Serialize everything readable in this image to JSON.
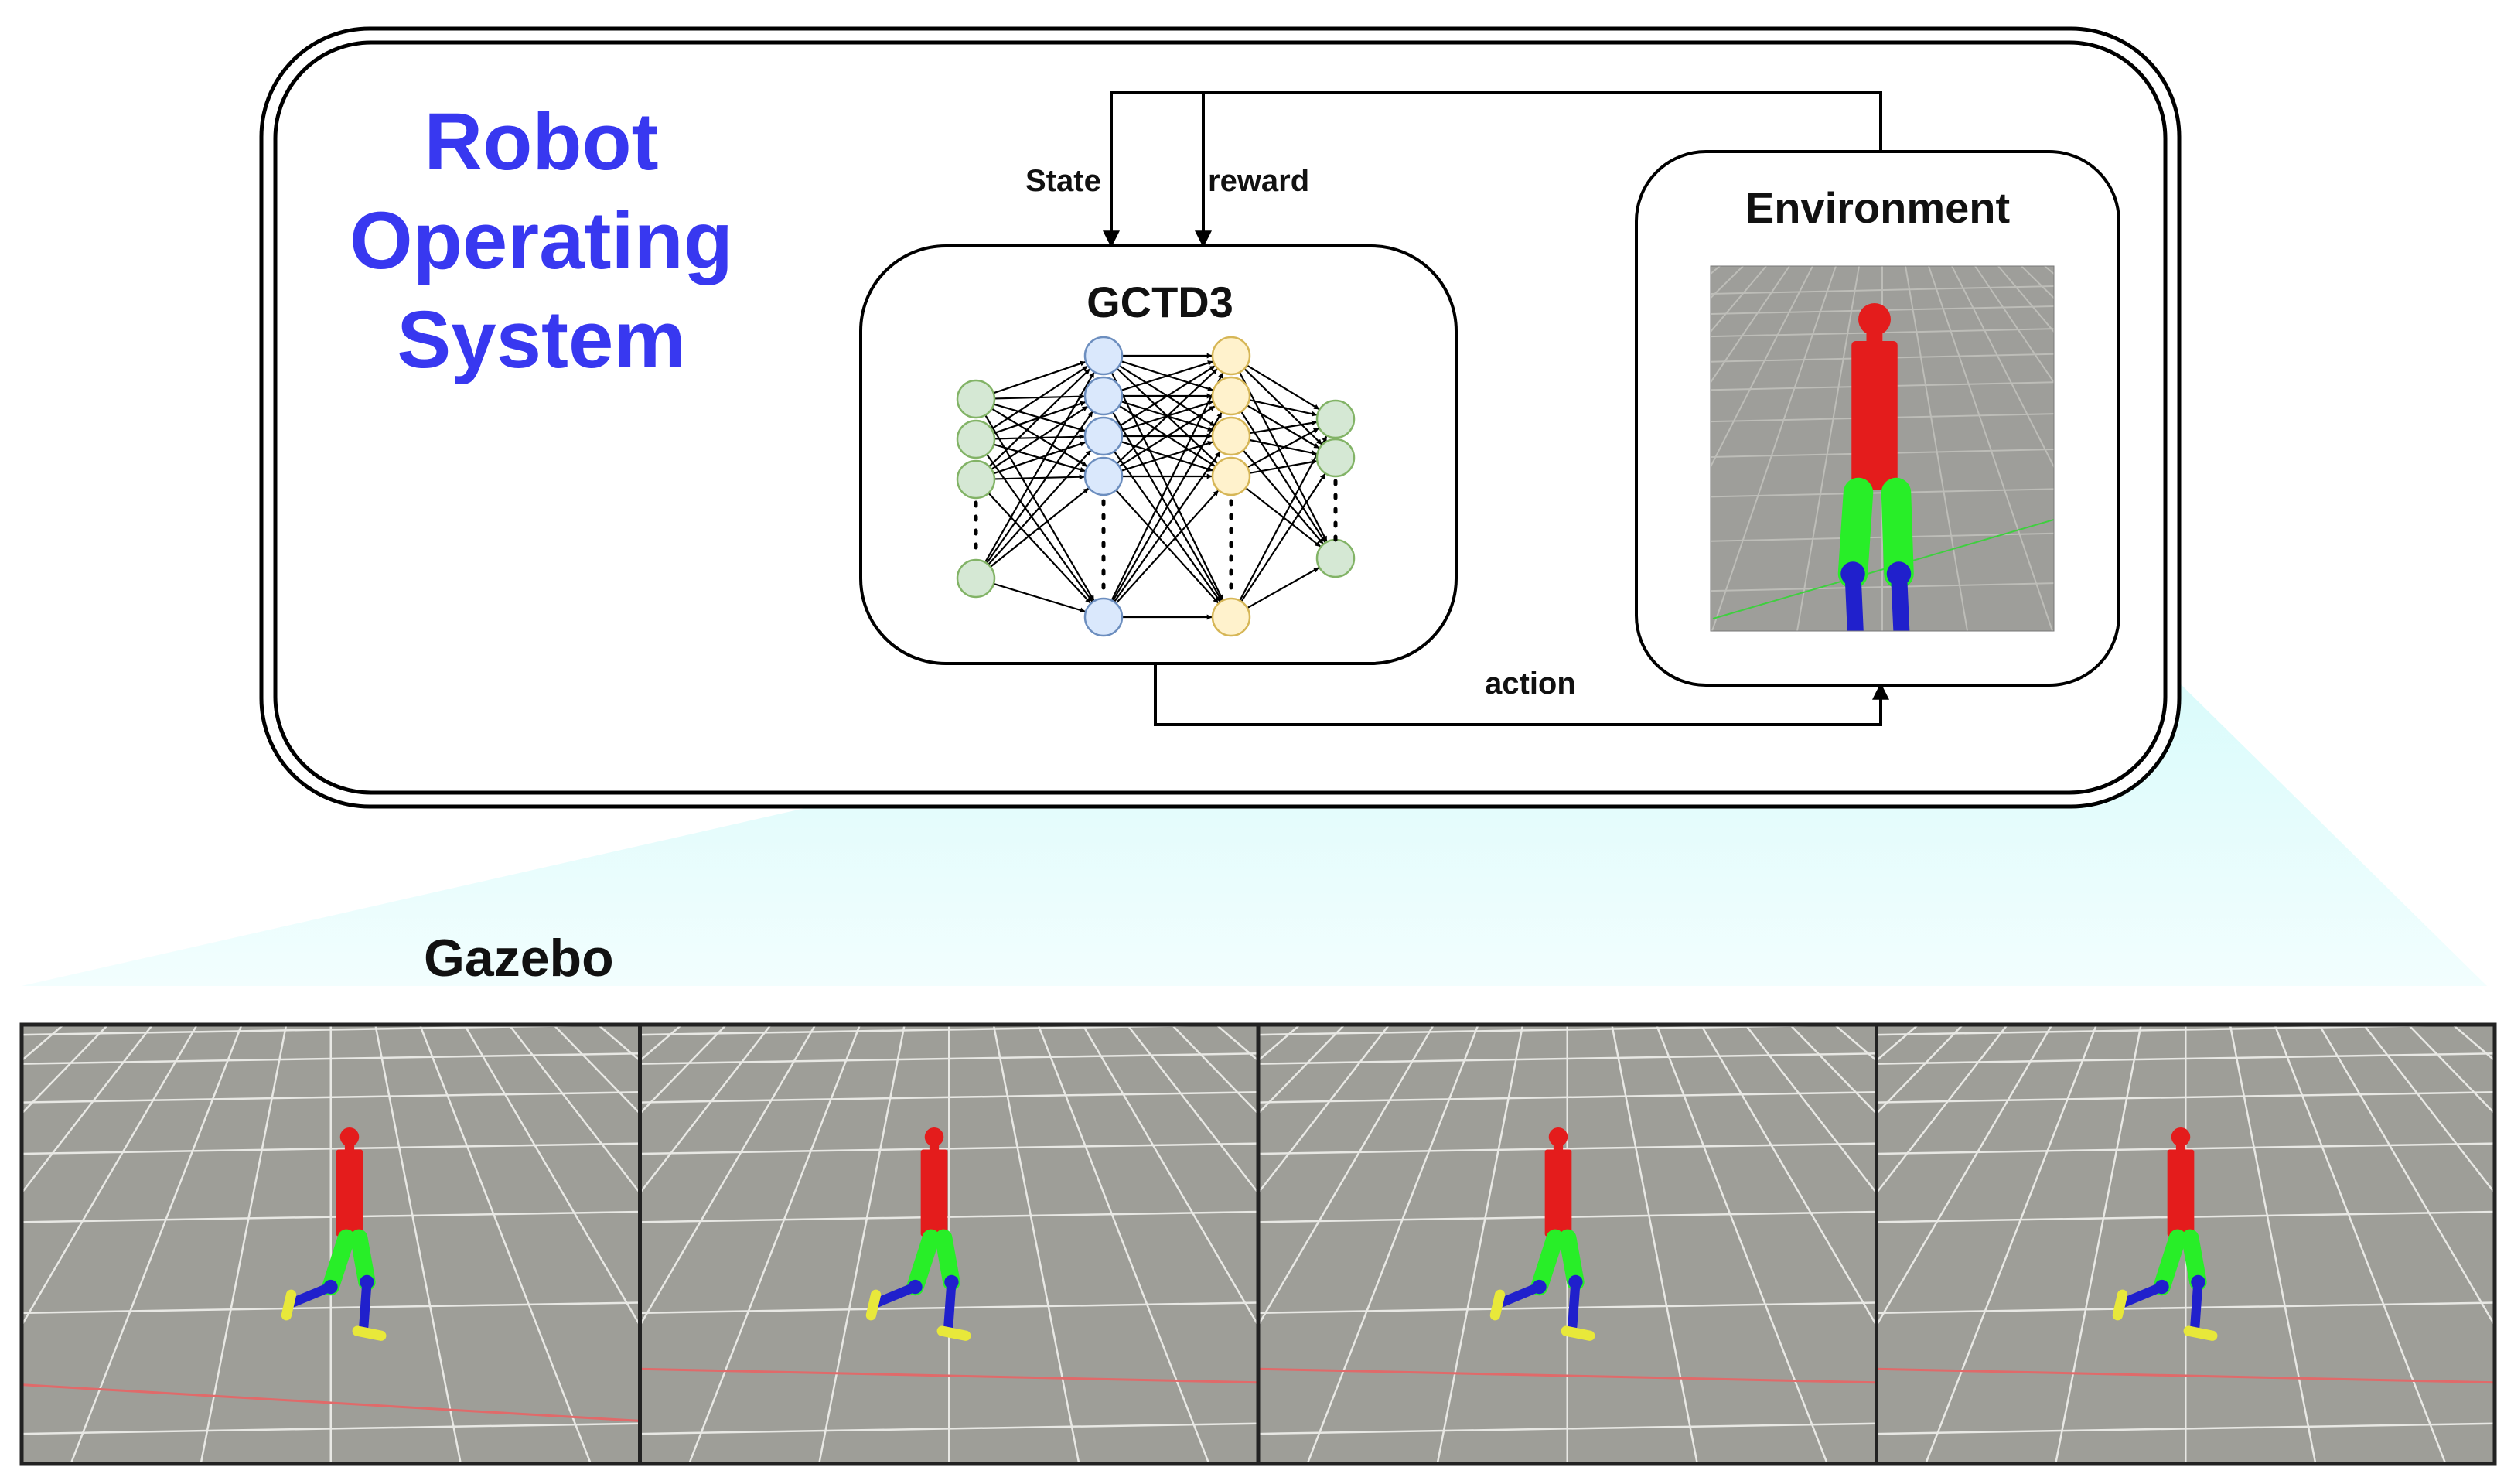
{
  "ros": {
    "title_lines": [
      "Robot",
      "Operating",
      "System"
    ]
  },
  "agent": {
    "title": "GCTD3",
    "network": {
      "layer_colors": [
        "#d5e8d4",
        "#dae8fc",
        "#fff2cc",
        "#d5e8d4"
      ]
    }
  },
  "environment": {
    "title": "Environment"
  },
  "loop": {
    "state_label": "State",
    "reward_label": "reward",
    "action_label": "action"
  },
  "gazebo": {
    "title": "Gazebo",
    "frame_count": 4
  },
  "colors": {
    "ros_title": "#3838f0",
    "zoom_fill": "#dffbfb",
    "floor": "#9e9e98",
    "robot_torso": "#e41c1c",
    "robot_thigh": "#28ee28",
    "robot_shin": "#2020cc",
    "robot_foot": "#e8e83a"
  }
}
